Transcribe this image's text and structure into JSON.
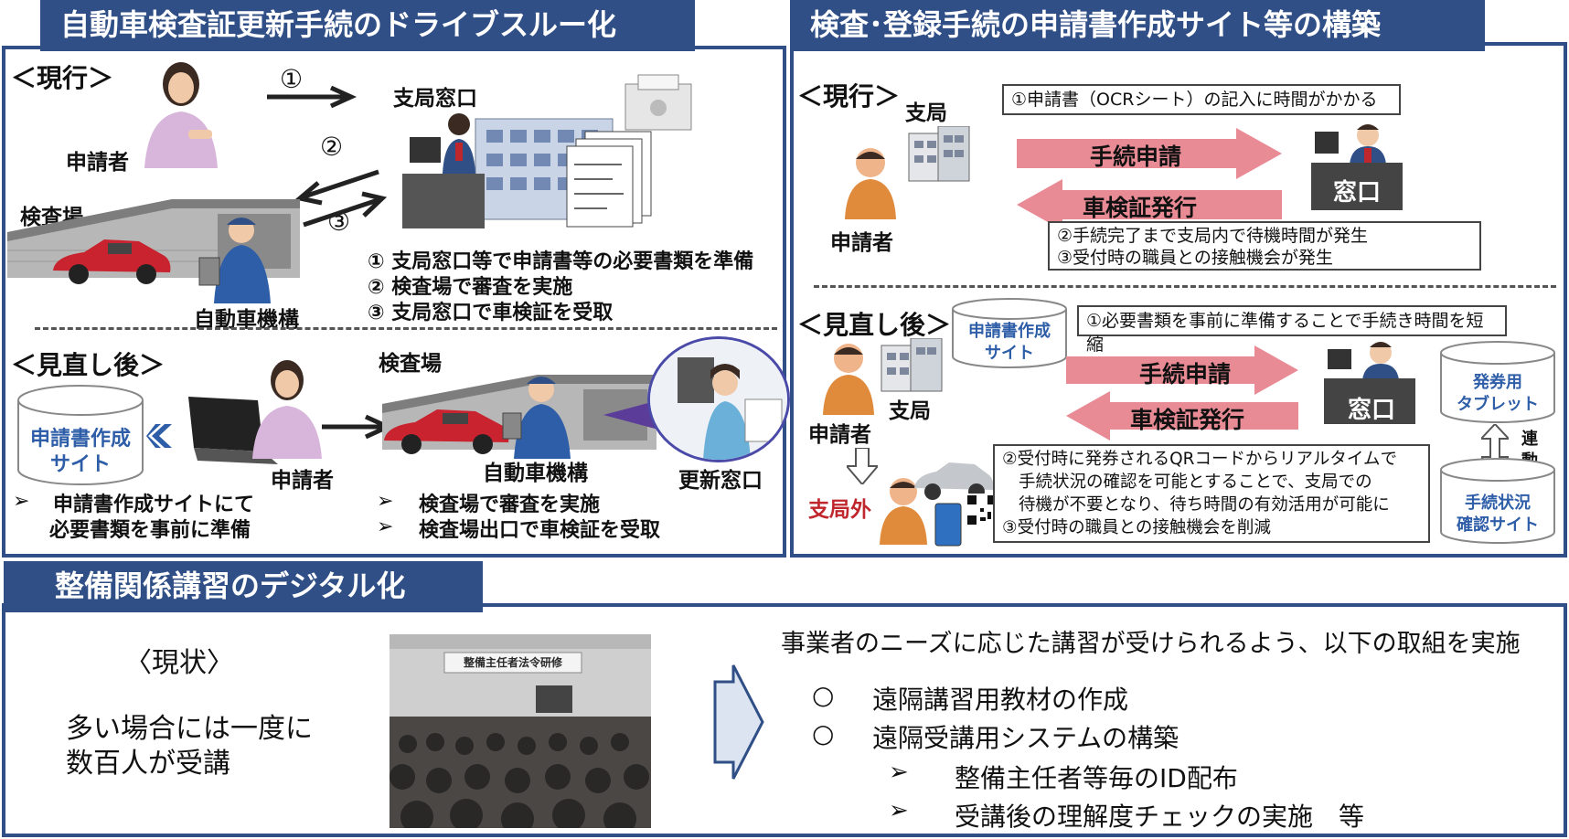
{
  "colors": {
    "navy": "#2f4f86",
    "pink": "#e98b95",
    "blue_text": "#2f5ea8",
    "red_text": "#c0272d"
  },
  "panel1": {
    "title": "自動車検査証更新手続のドライブスルー化",
    "current_label": "＜現行＞",
    "applicant": "申請者",
    "branch_window": "支局窓口",
    "inspection_site": "検査場",
    "agency": "自動車機構",
    "step1": "①",
    "step2": "②",
    "step3": "③",
    "current_steps": [
      "① 支局窓口等で申請書等の必要書類を準備",
      "② 検査場で審査を実施",
      "③ 支局窓口で車検証を受取"
    ],
    "after_label": "＜見直し後＞",
    "site_cyl": [
      "申請書作成",
      "サイト"
    ],
    "after_applicant": "申請者",
    "after_site_label": "検査場",
    "after_agency": "自動車機構",
    "renewal_window": "更新窓口",
    "after_left_bullets": [
      "申請書作成サイトにて",
      "必要書類を事前に準備"
    ],
    "after_right_bullets": [
      "検査場で審査を実施",
      "検査場出口で車検証を受取"
    ]
  },
  "panel2": {
    "title": "検査･登録手続の申請書作成サイト等の構築",
    "current_label": "＜現行＞",
    "branch": "支局",
    "applicant": "申請者",
    "callout1": "①申請書（OCRシート）の記入に時間がかかる",
    "arrow_apply": "手続申請",
    "arrow_issue": "車検証発行",
    "window": "窓口",
    "callout2": [
      "②手続完了まで支局内で待機時間が発生",
      "③受付時の職員との接触機会が発生"
    ],
    "after_label": "＜見直し後＞",
    "site_cyl": [
      "申請書作成",
      "サイト"
    ],
    "callout3": "①必要書類を事前に準備することで手続き時間を短縮",
    "after_applicant": "申請者",
    "after_branch": "支局",
    "after_apply": "手続申請",
    "after_issue": "車検証発行",
    "after_window": "窓口",
    "tablet_cyl": [
      "発券用",
      "タブレット"
    ],
    "link": [
      "連",
      "動"
    ],
    "status_cyl": [
      "手続状況",
      "確認サイト"
    ],
    "outside": "支局外",
    "callout4": [
      "②受付時に発券されるQRコードからリアルタイムで",
      "手続状況の確認を可能とすることで、支局での",
      "待機が不要となり、待ち時間の有効活用が可能に",
      "③受付時の職員との接触機会を削減"
    ]
  },
  "panel3": {
    "title": "整備関係講習のデジタル化",
    "status_label": "〈現状〉",
    "status_text": [
      "多い場合には一度に",
      "数百人が受講"
    ],
    "photo_banner": "整備主任者法令研修",
    "headline": "事業者のニーズに応じた講習が受けられるよう、以下の取組を実施",
    "items": [
      "遠隔講習用教材の作成",
      "遠隔受講用システムの構築"
    ],
    "circle": "○",
    "subitems": [
      "整備主任者等毎のID配布",
      "受講後の理解度チェックの実施　等"
    ],
    "arrow_bullet": "➢"
  }
}
